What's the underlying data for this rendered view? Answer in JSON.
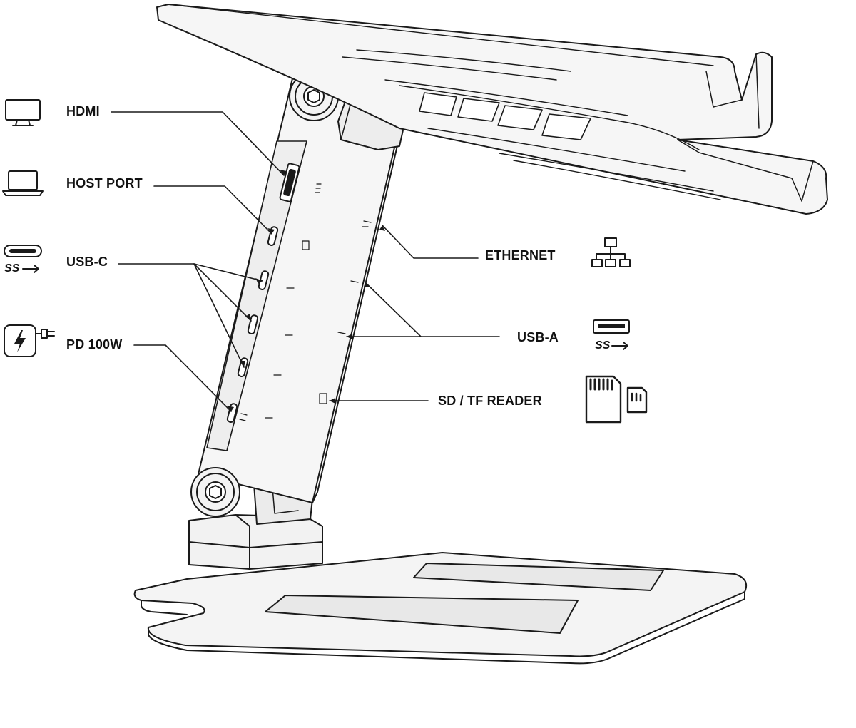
{
  "labels": {
    "hdmi": "HDMI",
    "host_port": "HOST PORT",
    "usb_c": "USB-C",
    "pd": "PD 100W",
    "ethernet": "ETHERNET",
    "usb_a": "USB-A",
    "sd_tf": "SD / TF READER"
  },
  "icon_text": {
    "ss_usb_c": "SS",
    "ss_usb_a": "SS"
  },
  "icons": {
    "hdmi": "monitor-icon",
    "host_port": "laptop-icon",
    "usb_c": "usb-c-superspeed-icon",
    "pd": "charger-bolt-icon",
    "ethernet": "network-tree-icon",
    "usb_a": "usb-a-superspeed-icon",
    "sd_tf": "sd-tf-card-icon"
  },
  "colors": {
    "line": "#1a1a1a",
    "fill": "#f4f4f4",
    "shade": "#e6e6e6",
    "text": "#111111"
  }
}
